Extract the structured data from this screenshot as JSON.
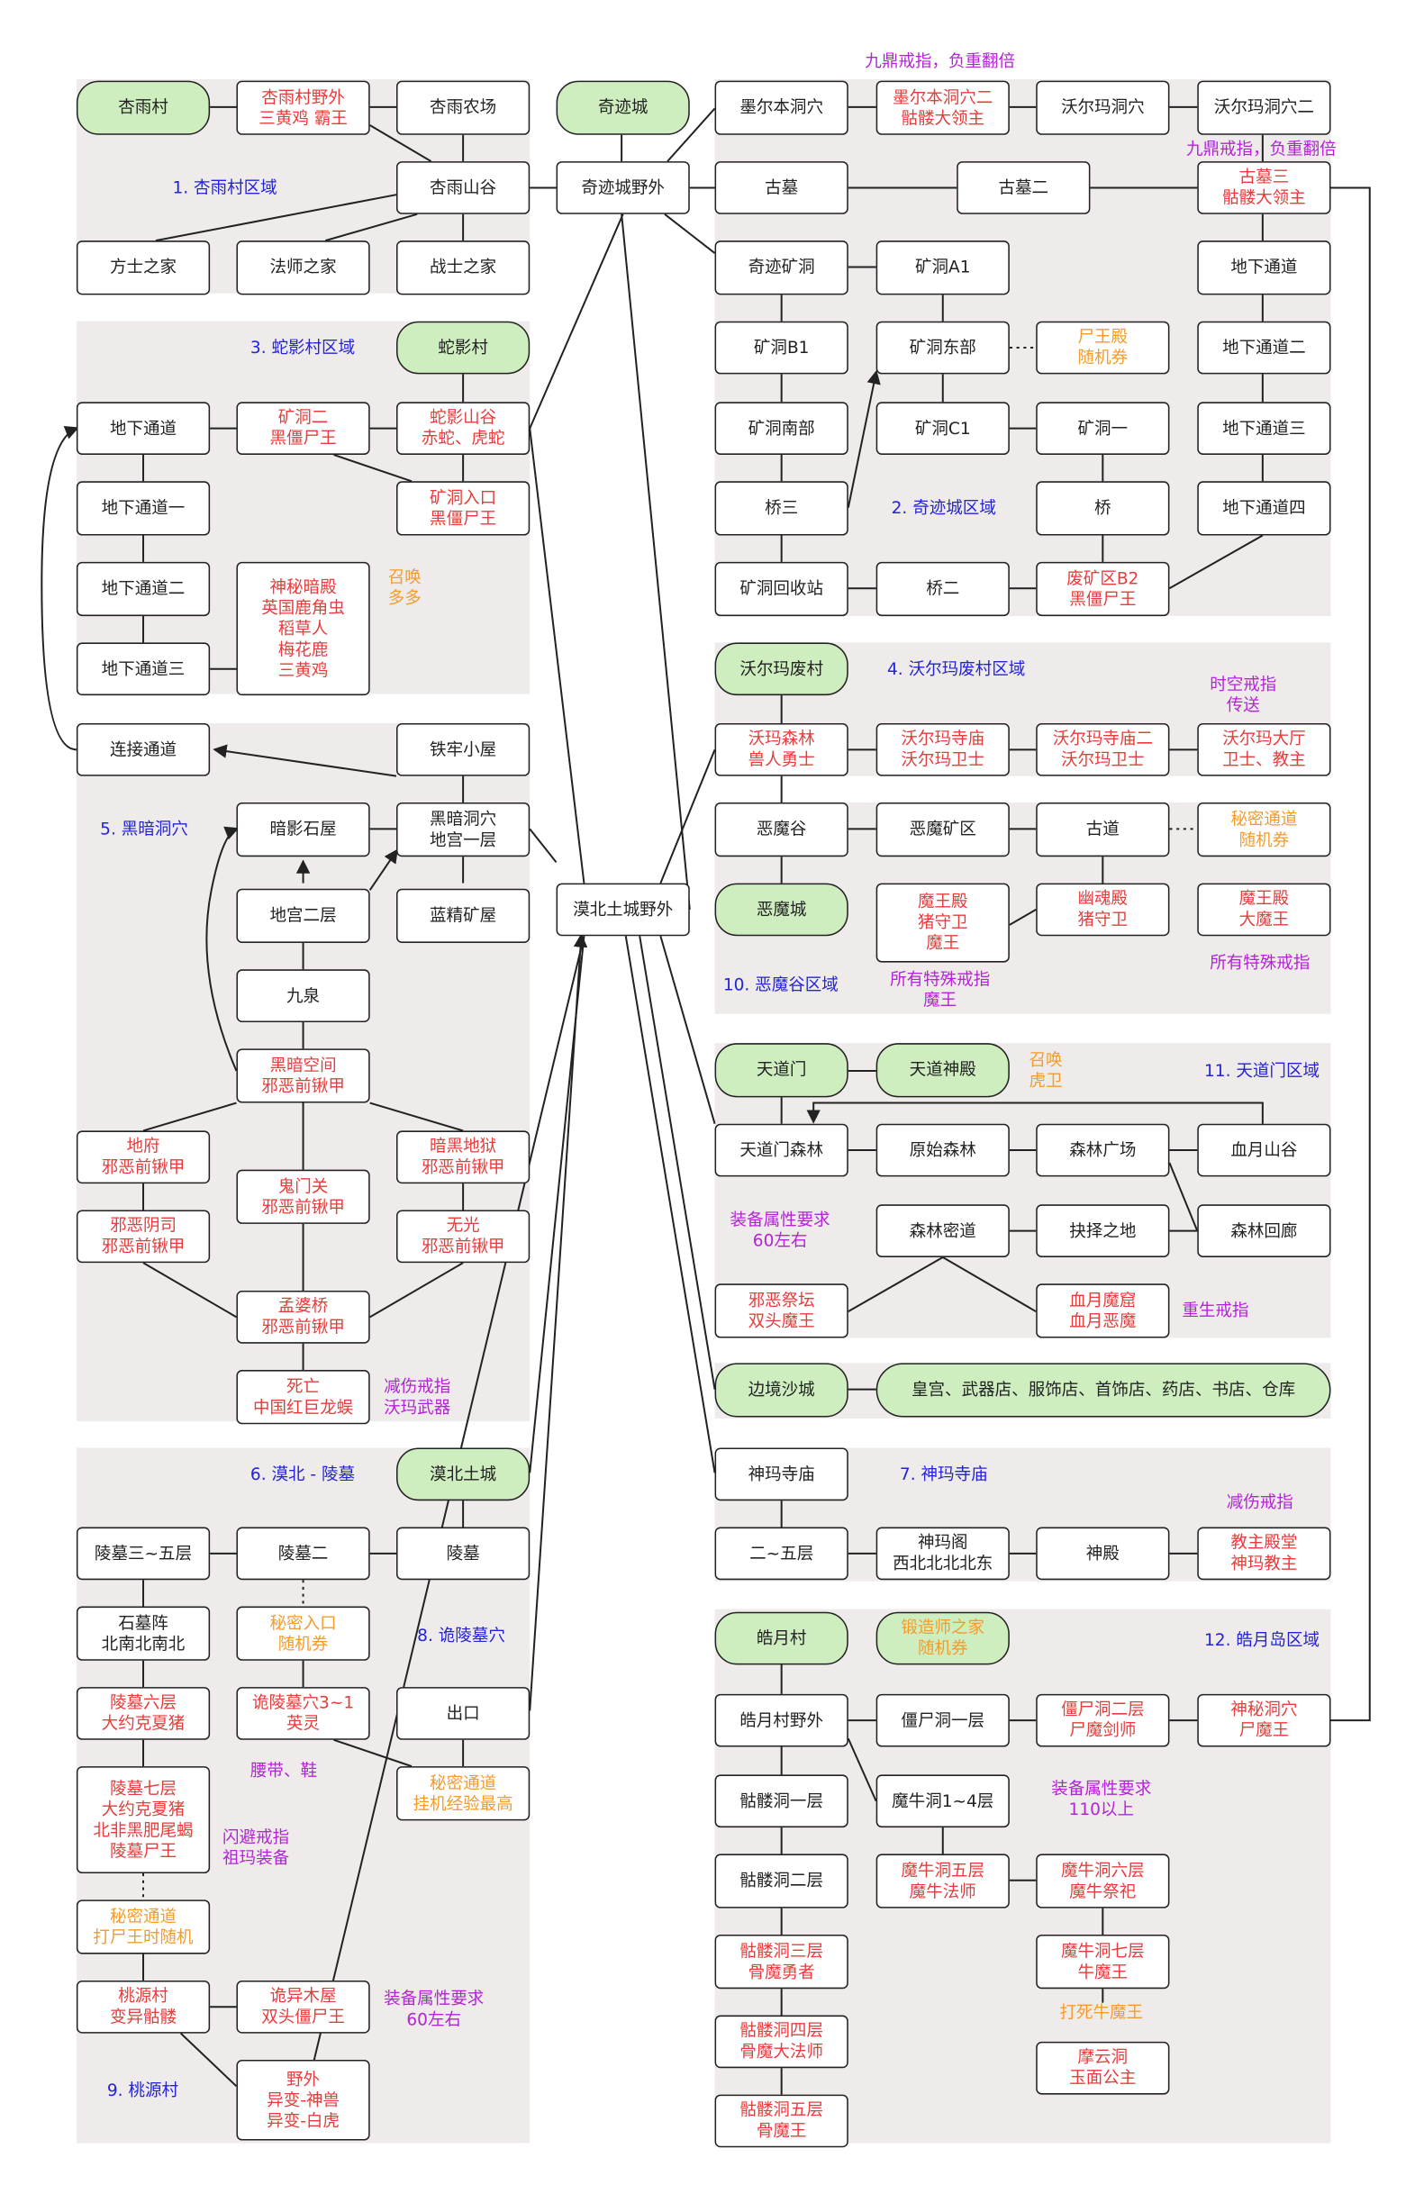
{
  "regions": [
    {
      "id": "r1",
      "label": "1. 杏雨村区域"
    },
    {
      "id": "r2",
      "label": "2. 奇迹城区域"
    },
    {
      "id": "r3",
      "label": "3. 蛇影村区域"
    },
    {
      "id": "r4",
      "label": "4. 沃尔玛废村区域"
    },
    {
      "id": "r5",
      "label": "5. 黑暗洞穴"
    },
    {
      "id": "r6",
      "label": "6. 漠北 - 陵墓"
    },
    {
      "id": "r7",
      "label": "7. 神玛寺庙"
    },
    {
      "id": "r8",
      "label": "8. 诡陵墓穴"
    },
    {
      "id": "r9",
      "label": "9. 桃源村"
    },
    {
      "id": "r10",
      "label": "10. 恶魔谷区域"
    },
    {
      "id": "r11",
      "label": "11. 天道门区域"
    },
    {
      "id": "r12",
      "label": "12. 皓月岛区域"
    }
  ],
  "nodes": {
    "xingyucun": [
      "杏雨村"
    ],
    "xingyuyewai": [
      "杏雨村野外",
      "三黄鸡 霸王"
    ],
    "xingyunongchang": [
      "杏雨农场"
    ],
    "xingyushangu": [
      "杏雨山谷"
    ],
    "fangshi": [
      "方士之家"
    ],
    "fashi": [
      "法师之家"
    ],
    "zhanshi": [
      "战士之家"
    ],
    "qijicheng": [
      "奇迹城"
    ],
    "qijiyewai": [
      "奇迹城野外"
    ],
    "moerben": [
      "墨尔本洞穴"
    ],
    "moerben2": [
      "墨尔本洞穴二",
      "骷髅大领主"
    ],
    "woerma_cave": [
      "沃尔玛洞穴"
    ],
    "woerma_cave2": [
      "沃尔玛洞穴二"
    ],
    "gumu": [
      "古墓"
    ],
    "gumu2": [
      "古墓二"
    ],
    "gumu3": [
      "古墓三",
      "骷髅大领主"
    ],
    "qijikuangdong": [
      "奇迹矿洞"
    ],
    "kuangdongA1": [
      "矿洞A1"
    ],
    "dixia1": [
      "地下通道"
    ],
    "kuangdongB1": [
      "矿洞B1"
    ],
    "kuangdongdong": [
      "矿洞东部"
    ],
    "shiwangdian": [
      "尸王殿",
      "随机券"
    ],
    "dixia2": [
      "地下通道二"
    ],
    "kuangdongnan": [
      "矿洞南部"
    ],
    "kuangdongC1": [
      "矿洞C1"
    ],
    "kuangdong1": [
      "矿洞一"
    ],
    "dixia3": [
      "地下通道三"
    ],
    "qiao3": [
      "桥三"
    ],
    "qiao": [
      "桥"
    ],
    "dixia4": [
      "地下通道四"
    ],
    "huishouzhan": [
      "矿洞回收站"
    ],
    "qiao2": [
      "桥二"
    ],
    "feikuangB2": [
      "废矿区B2",
      "黑僵尸王"
    ],
    "sheyingcun": [
      "蛇影村"
    ],
    "s_dixia": [
      "地下通道"
    ],
    "kuangdong2": [
      "矿洞二",
      "黑僵尸王"
    ],
    "sheyingshangu": [
      "蛇影山谷",
      "赤蛇、虎蛇"
    ],
    "s_dixia1": [
      "地下通道一"
    ],
    "kuangdongrukou": [
      "矿洞入口",
      "黑僵尸王"
    ],
    "s_dixia2": [
      "地下通道二"
    ],
    "shenmi": [
      "神秘暗殿",
      "英国鹿角虫",
      "稻草人",
      "梅花鹿",
      "三黄鸡"
    ],
    "s_dixia3": [
      "地下通道三"
    ],
    "woermafeicun": [
      "沃尔玛废村"
    ],
    "woermasenlin": [
      "沃玛森林",
      "兽人勇士"
    ],
    "woermasimiao": [
      "沃尔玛寺庙",
      "沃尔玛卫士"
    ],
    "woermasimiao2": [
      "沃尔玛寺庙二",
      "沃尔玛卫士"
    ],
    "woermadating": [
      "沃尔玛大厅",
      "卫士、教主"
    ],
    "lianjie": [
      "连接通道"
    ],
    "tielao": [
      "铁牢小屋"
    ],
    "anying": [
      "暗影石屋"
    ],
    "heian_cave": [
      "黑暗洞穴",
      "地宫一层"
    ],
    "digong2": [
      "地宫二层"
    ],
    "lanjing": [
      "蓝精矿屋"
    ],
    "jiuquan": [
      "九泉"
    ],
    "heian_space": [
      "黑暗空间",
      "邪恶前锹甲"
    ],
    "difu": [
      "地府",
      "邪恶前锹甲"
    ],
    "guimen": [
      "鬼门关",
      "邪恶前锹甲"
    ],
    "anhei_diyu": [
      "暗黑地狱",
      "邪恶前锹甲"
    ],
    "xieeyinsi": [
      "邪恶阴司",
      "邪恶前锹甲"
    ],
    "wuguang": [
      "无光",
      "邪恶前锹甲"
    ],
    "mengpo": [
      "孟婆桥",
      "邪恶前锹甲"
    ],
    "siwang": [
      "死亡",
      "中国红巨龙蜈"
    ],
    "emogu": [
      "恶魔谷"
    ],
    "emokuangqu": [
      "恶魔矿区"
    ],
    "gudao": [
      "古道"
    ],
    "mimi_tongdao": [
      "秘密通道",
      "随机券"
    ],
    "emocheng": [
      "恶魔城"
    ],
    "mowangdian": [
      "魔王殿",
      "猪守卫",
      "魔王"
    ],
    "youhundian": [
      "幽魂殿",
      "猪守卫"
    ],
    "mowangdian2": [
      "魔王殿",
      "大魔王"
    ],
    "biancheng_yewai": [
      "漠北土城野外"
    ],
    "tiandaomen": [
      "天道门"
    ],
    "tiandao_shendian": [
      "天道神殿"
    ],
    "tiandao_senlin": [
      "天道门森林"
    ],
    "yuanshi": [
      "原始森林"
    ],
    "senlin_guangchang": [
      "森林广场"
    ],
    "xueyue_shangu": [
      "血月山谷"
    ],
    "senlin_midao": [
      "森林密道"
    ],
    "jueze": [
      "抉择之地"
    ],
    "senlin_huilang": [
      "森林回廊"
    ],
    "xiee_jitan": [
      "邪恶祭坛",
      "双头魔王"
    ],
    "xueyue_moku": [
      "血月魔窟",
      "血月恶魔"
    ],
    "bianjing": [
      "边境沙城"
    ],
    "bianjing_shops": [
      "皇宫、武器店、服饰店、首饰店、药店、书店、仓库"
    ],
    "mobei_tucheng": [
      "漠北土城"
    ],
    "lingmu35": [
      "陵墓三~五层"
    ],
    "lingmu2": [
      "陵墓二"
    ],
    "lingmu": [
      "陵墓"
    ],
    "shimu": [
      "石墓阵",
      "北南北南北"
    ],
    "mimi_rukou": [
      "秘密入口",
      "随机券"
    ],
    "lingmu6": [
      "陵墓六层",
      "大约克夏猪"
    ],
    "guiling31": [
      "诡陵墓穴3~1",
      "英灵"
    ],
    "chukou": [
      "出口"
    ],
    "lingmu7": [
      "陵墓七层",
      "大约克夏猪",
      "北非黑肥尾蝎",
      "陵墓尸王"
    ],
    "mimi_guaji": [
      "秘密通道",
      "挂机经验最高"
    ],
    "mimi_dashi": [
      "秘密通道",
      "打尸王时随机"
    ],
    "taoyuan": [
      "桃源村",
      "变异骷髅"
    ],
    "guiyi": [
      "诡异木屋",
      "双头僵尸王"
    ],
    "yewai": [
      "野外",
      "异变-神兽",
      "异变-白虎"
    ],
    "shenma_simiao": [
      "神玛寺庙"
    ],
    "er_wu": [
      "二~五层"
    ],
    "shenmage": [
      "神玛阁",
      "西北北北北东"
    ],
    "shendian": [
      "神殿"
    ],
    "jiaozhu": [
      "教主殿堂",
      "神玛教主"
    ],
    "haoyuecun": [
      "皓月村"
    ],
    "duanzao": [
      "锻造师之家",
      "随机券"
    ],
    "haoyue_yewai": [
      "皓月村野外"
    ],
    "jiangshi1": [
      "僵尸洞一层"
    ],
    "jiangshi2": [
      "僵尸洞二层",
      "尸魔剑师"
    ],
    "shenmi_cave": [
      "神秘洞穴",
      "尸魔王"
    ],
    "kulou1": [
      "骷髅洞一层"
    ],
    "moniu14": [
      "魔牛洞1~4层"
    ],
    "kulou2": [
      "骷髅洞二层"
    ],
    "moniu5": [
      "魔牛洞五层",
      "魔牛法师"
    ],
    "moniu6": [
      "魔牛洞六层",
      "魔牛祭祀"
    ],
    "kulou3": [
      "骷髅洞三层",
      "骨魔勇者"
    ],
    "moniu7": [
      "魔牛洞七层",
      "牛魔王"
    ],
    "kulou4": [
      "骷髅洞四层",
      "骨魔大法师"
    ],
    "moyun": [
      "摩云洞",
      "玉面公主"
    ],
    "kulou5": [
      "骷髅洞五层",
      "骨魔王"
    ]
  },
  "notes": {
    "jiuding1": [
      "九鼎戒指，负重翻倍"
    ],
    "jiuding2": [
      "九鼎戒指，负重翻倍"
    ],
    "zhaohuan_duoduo": [
      "召唤",
      "多多"
    ],
    "shikong": [
      "时空戒指",
      "传送"
    ],
    "teshu1": [
      "所有特殊戒指",
      "魔王"
    ],
    "teshu2": [
      "所有特殊戒指"
    ],
    "zhaohuan_huwei": [
      "召唤",
      "虎卫"
    ],
    "zhuangbei60a": [
      "装备属性要求",
      "60左右"
    ],
    "chongsheng": [
      "重生戒指"
    ],
    "jianshang1": [
      "减伤戒指",
      "沃玛武器"
    ],
    "jianshang2": [
      "减伤戒指"
    ],
    "yaodai": [
      "腰带、鞋"
    ],
    "shanbi": [
      "闪避戒指",
      "祖玛装备"
    ],
    "zhuangbei60b": [
      "装备属性要求",
      "60左右"
    ],
    "zhuangbei110": [
      "装备属性要求",
      "110以上"
    ],
    "dasi_niumowang": [
      "打死牛魔王"
    ]
  }
}
